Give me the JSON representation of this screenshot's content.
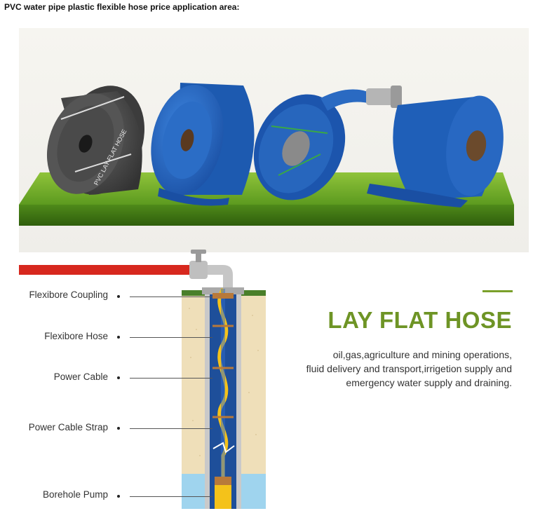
{
  "page": {
    "heading": "PVC water pipe plastic flexible hose price  application area:"
  },
  "product_image": {
    "hose_print": "PVC LAY FLAT HOSE"
  },
  "diagram": {
    "labels": [
      "Flexibore Coupling",
      "Flexibore Hose",
      "Power Cable",
      "Power Cable Strap",
      "Borehole Pump"
    ]
  },
  "info": {
    "title": "LAY FLAT HOSE",
    "description": [
      "oil,gas,agriculture and mining operations,",
      "fluid delivery and transport,irrigetion supply and",
      "emergency water supply and draining."
    ]
  },
  "colors": {
    "accent_green": "#6e9425",
    "hose_blue": "#1e5fb8",
    "hose_grey": "#4a4a4a",
    "pipe_red": "#d7281e",
    "cable_yellow": "#f4c21a"
  }
}
